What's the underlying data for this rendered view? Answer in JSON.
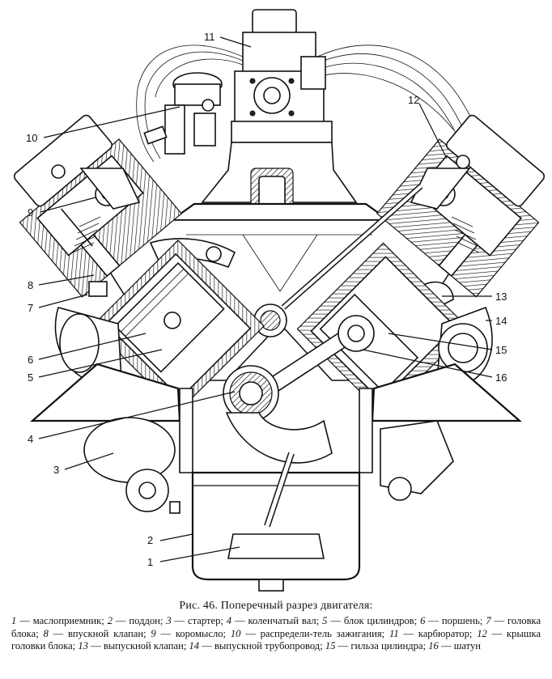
{
  "figure": {
    "callouts": [
      "1",
      "2",
      "3",
      "4",
      "5",
      "6",
      "7",
      "8",
      "9",
      "10",
      "11",
      "12",
      "13",
      "14",
      "15",
      "16"
    ]
  },
  "caption": {
    "title": "Рис. 46. Поперечный разрез двигателя:",
    "legend": [
      {
        "num": "1",
        "text": "маслоприемник"
      },
      {
        "num": "2",
        "text": "поддон"
      },
      {
        "num": "3",
        "text": "стартер"
      },
      {
        "num": "4",
        "text": "коленчатый вал"
      },
      {
        "num": "5",
        "text": "блок цилиндров"
      },
      {
        "num": "6",
        "text": "поршень"
      },
      {
        "num": "7",
        "text": "головка блока"
      },
      {
        "num": "8",
        "text": "впускной клапан"
      },
      {
        "num": "9",
        "text": "коромысло"
      },
      {
        "num": "10",
        "text": "распредели-тель зажигания"
      },
      {
        "num": "11",
        "text": "карбюратор"
      },
      {
        "num": "12",
        "text": "крышка головки блока"
      },
      {
        "num": "13",
        "text": "выпускной клапан"
      },
      {
        "num": "14",
        "text": "выпускной трубопровод"
      },
      {
        "num": "15",
        "text": "гильза цилиндра"
      },
      {
        "num": "16",
        "text": "шатун"
      }
    ]
  }
}
